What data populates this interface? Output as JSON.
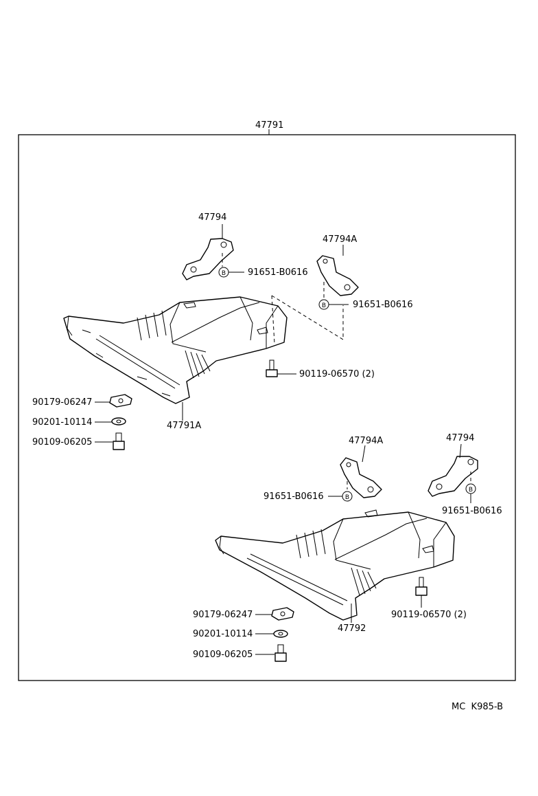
{
  "assembly": {
    "number": "47791"
  },
  "upper": {
    "bracket_left": "47794",
    "bracket_right": "47794A",
    "bolt_b_left": "91651-B0616",
    "bolt_b_right": "91651-B0616",
    "bolt_90119": "90119-06570 (2)",
    "cover": "47791A",
    "clip_nut": "90179-06247",
    "washer": "90201-10114",
    "bolt": "90109-06205"
  },
  "lower": {
    "bracket_left": "47794A",
    "bracket_right": "47794",
    "bolt_b_left": "91651-B0616",
    "bolt_b_right": "91651-B0616",
    "bolt_90119": "90119-06570 (2)",
    "cover": "47792",
    "clip_nut": "90179-06247",
    "washer": "90201-10114",
    "bolt": "90109-06205"
  },
  "marker": "B",
  "footer": {
    "code": "MC  K985-B"
  }
}
